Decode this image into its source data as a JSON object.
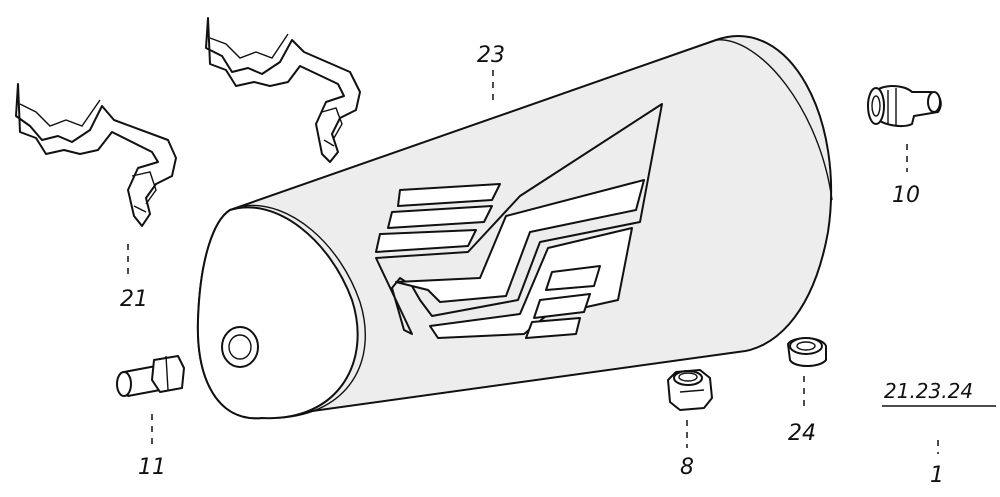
{
  "parts": [
    {
      "id": "p23",
      "label": "23",
      "name": "air-receiver-tank"
    },
    {
      "id": "p10",
      "label": "10",
      "name": "elbow-fitting"
    },
    {
      "id": "p21",
      "label": "21",
      "name": "mounting-clamp"
    },
    {
      "id": "p11",
      "label": "11",
      "name": "drain-valve"
    },
    {
      "id": "p8",
      "label": "8",
      "name": "plug"
    },
    {
      "id": "p24",
      "label": "24",
      "name": "gasket-ring"
    },
    {
      "id": "p1",
      "label": "1",
      "name": "assembly"
    }
  ],
  "assembly_code": "21.23.24"
}
